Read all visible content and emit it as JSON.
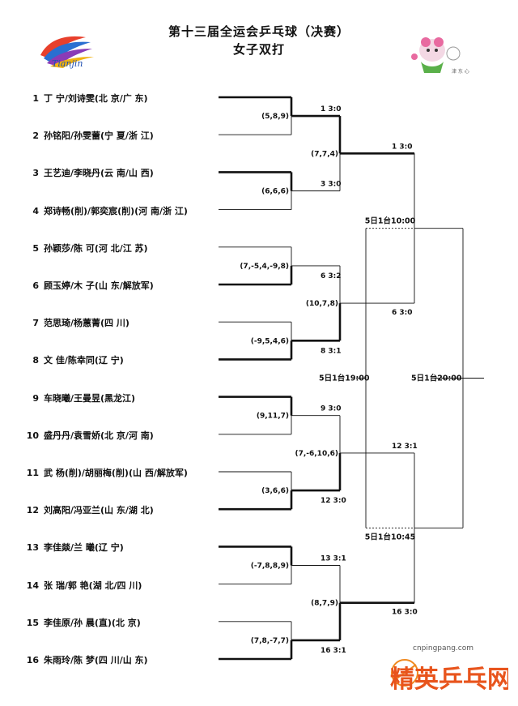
{
  "header": {
    "title": "第十三届全运会乒乓球（决赛）",
    "subtitle": "女子双打"
  },
  "logos": {
    "left_logo_text": "Tianjin",
    "right_logo_text": "津 东 心"
  },
  "players": [
    {
      "num": "1",
      "name": "丁  宁/刘诗雯(北  京/广  东)"
    },
    {
      "num": "2",
      "name": "孙铭阳/孙雯蕾(宁  夏/浙  江)"
    },
    {
      "num": "3",
      "name": "王艺迪/李晓丹(云  南/山  西)"
    },
    {
      "num": "4",
      "name": "郑诗畅(削)/郭奕宸(削)(河  南/浙  江)"
    },
    {
      "num": "5",
      "name": "孙颖莎/陈  可(河  北/江  苏)"
    },
    {
      "num": "6",
      "name": "顾玉婷/木  子(山  东/解放军)"
    },
    {
      "num": "7",
      "name": "范思琦/杨蕙菁(四  川)"
    },
    {
      "num": "8",
      "name": "文  佳/陈幸同(辽  宁)"
    },
    {
      "num": "9",
      "name": "车晓曦/王曼昱(黑龙江)"
    },
    {
      "num": "10",
      "name": "盛丹丹/袁雪娇(北  京/河  南)"
    },
    {
      "num": "11",
      "name": "武  杨(削)/胡丽梅(削)(山  西/解放军)"
    },
    {
      "num": "12",
      "name": "刘高阳/冯亚兰(山  东/湖  北)"
    },
    {
      "num": "13",
      "name": "李佳燚/兰  曦(辽  宁)"
    },
    {
      "num": "14",
      "name": "张  瑞/郭  艳(湖  北/四  川)"
    },
    {
      "num": "15",
      "name": "李佳原/孙  晨(直)(北  京)"
    },
    {
      "num": "16",
      "name": "朱雨玲/陈  梦(四  川/山  东)"
    }
  ],
  "round1": [
    {
      "winner": "1  3:0",
      "games": "(5,8,9)"
    },
    {
      "winner": "3  3:0",
      "games": "(6,6,6)"
    },
    {
      "winner": "6  3:2",
      "games": "(7,-5,4,-9,8)"
    },
    {
      "winner": "8  3:1",
      "games": "(-9,5,4,6)"
    },
    {
      "winner": "9  3:0",
      "games": "(9,11,7)"
    },
    {
      "winner": "12  3:0",
      "games": "(3,6,6)"
    },
    {
      "winner": "13  3:1",
      "games": "(-7,8,8,9)"
    },
    {
      "winner": "16  3:1",
      "games": "(7,8,-7,7)"
    }
  ],
  "round2": [
    {
      "games": "(7,7,4)"
    },
    {
      "games": "(10,7,8)"
    },
    {
      "games": "(7,-6,10,6)"
    },
    {
      "games": "(8,7,9)"
    }
  ],
  "semis": [
    {
      "winner": "1  3:0"
    },
    {
      "winner": "6  3:0"
    },
    {
      "winner": "12  3:1"
    },
    {
      "winner": "16  3:0"
    }
  ],
  "schedule": {
    "top": "5日1台10:00",
    "left": "5日1台19:00",
    "final": "5日1台20:00",
    "bottom": "5日1台10:45"
  },
  "watermark": {
    "url": "cnpingpang.com",
    "brand": "精英乒乓网"
  }
}
